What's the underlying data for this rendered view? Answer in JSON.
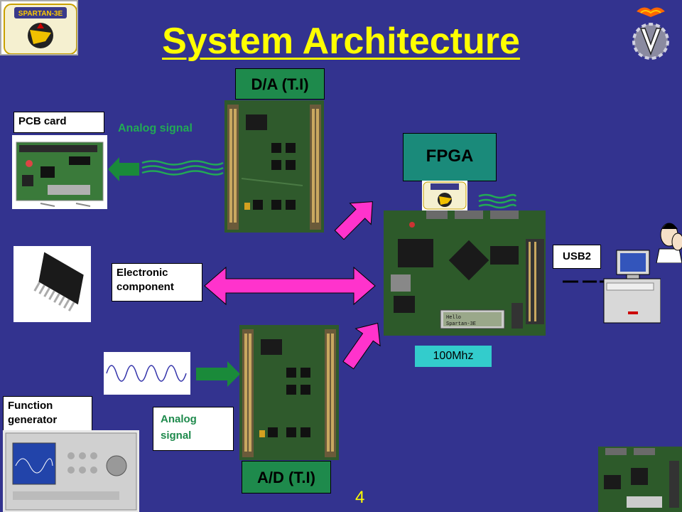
{
  "slide": {
    "title": "System Architecture",
    "page_number": "4"
  },
  "labels": {
    "da": "D/A (T.I)",
    "ad": "A/D (T.I)",
    "fpga": "FPGA",
    "pcb_card": "PCB card",
    "analog_signal_top": "Analog signal",
    "electronic_component_1": "Electronic",
    "electronic_component_2": "component",
    "usb2": "USB2",
    "clock": "100Mhz",
    "function_generator_1": "Function",
    "function_generator_2": "generator",
    "analog_signal_bottom_1": "Analog",
    "analog_signal_bottom_2": "signal"
  },
  "board_display": {
    "line1": "Hello",
    "line2": "Spartan-3E"
  },
  "logos": {
    "spartan": "SPARTAN-3E"
  },
  "colors": {
    "background": "#33338f",
    "title": "#ffff00",
    "arrow_magenta": "#ff33cc",
    "arrow_green": "#1a8a3a",
    "signal_green": "#22aa55",
    "board_green": "#2d5a2a"
  }
}
